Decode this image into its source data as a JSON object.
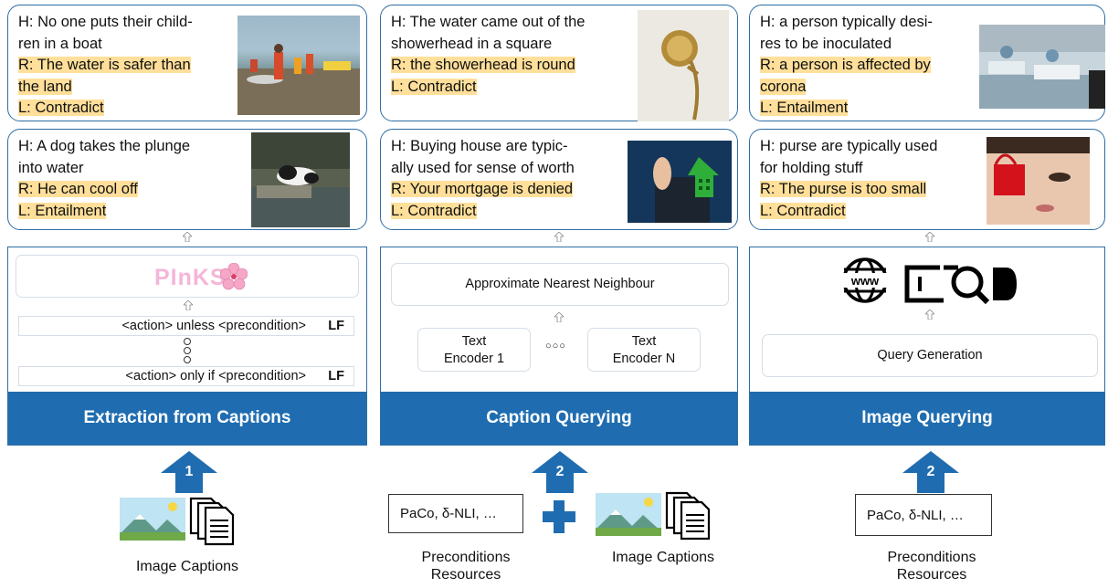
{
  "cards": [
    {
      "h": "H: No one puts their child-ren in a boat",
      "h1": "H: No one puts their child-",
      "h2": "ren in a boat",
      "r1": "R: The water is safer than",
      "r2": "the land",
      "l": "L: Contradict"
    },
    {
      "h1": "H: The water came out of the",
      "h2": "showerhead in a square",
      "r1": "R: the showerhead is round",
      "l": "L: Contradict"
    },
    {
      "h1": "H: a person typically desi-",
      "h2": "res to be inoculated",
      "r1": "R: a person is affected by",
      "r2": "corona",
      "l": "L: Entailment"
    },
    {
      "h1": "H: A dog takes the plunge",
      "h2": "into water",
      "r1": "R: He can cool off",
      "l": "L: Entailment"
    },
    {
      "h1": "H: Buying house are typic-",
      "h2": "ally used for sense of worth",
      "r1": "R: Your mortgage is denied",
      "l": "L: Contradict"
    },
    {
      "h1": "H: purse are typically used",
      "h2": "for holding stuff",
      "r1": "R: The purse is too small",
      "l": "L: Contradict"
    }
  ],
  "panel1": {
    "title": "Extraction from Captions",
    "logo": "PInKS",
    "row1": "<action> unless <precondition>",
    "row2": "<action> only if <precondition>",
    "lf": "LF"
  },
  "panel2": {
    "title": "Caption Querying",
    "ann": "Approximate Nearest Neighbour",
    "enc1a": "Text",
    "enc1b": "Encoder 1",
    "enc2a": "Text",
    "enc2b": "Encoder N",
    "dots": "○○○"
  },
  "panel3": {
    "title": "Image Querying",
    "query": "Query Generation",
    "www": "www"
  },
  "bottom": {
    "n1": "1",
    "n2": "2",
    "n3": "2",
    "captions": "Image Captions",
    "doc": "PaCo, δ-NLI, …",
    "pre1": "Preconditions",
    "pre2": "Resources"
  },
  "colors": {
    "accent": "#1f6db0",
    "highlight": "#ffdf9a",
    "border": "#2e6da4"
  }
}
